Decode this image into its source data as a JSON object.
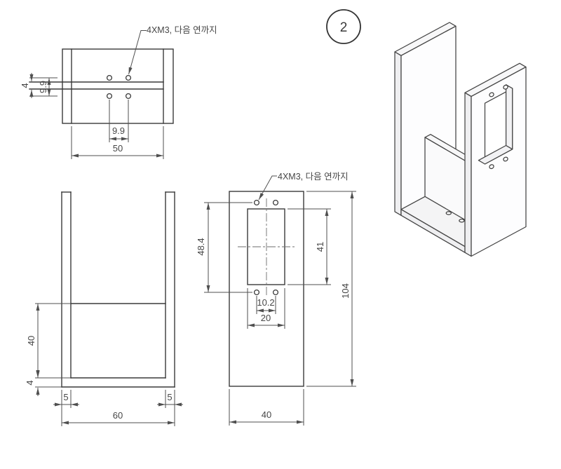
{
  "drawing": {
    "balloon_number": "2",
    "thread_note": "4XM3, 다음 연까지",
    "ink_color": "#3a3a3a",
    "dim_color": "#4f4f4f",
    "views": {
      "top": {
        "dims": {
          "slot_width": "4",
          "hole_row_spacing": "9.9",
          "hole_col_spacing": "9.9",
          "inner_width": "50"
        }
      },
      "front": {
        "dims": {
          "partition_height": "40",
          "base_thickness": "4",
          "left_wall_thickness": "5",
          "right_wall_thickness": "5",
          "overall_width": "60"
        }
      },
      "side": {
        "dims": {
          "hole_rows_span": "48.4",
          "cutout_height": "41",
          "overall_height": "104",
          "hole_cols_span": "10.2",
          "cutout_width": "20",
          "overall_width": "40"
        }
      }
    }
  }
}
